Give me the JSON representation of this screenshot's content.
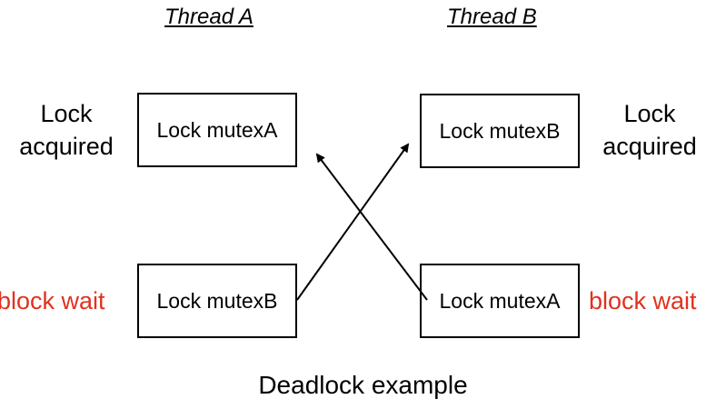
{
  "threads": {
    "a": {
      "header": "Thread A",
      "first_lock": "Lock mutexA",
      "second_lock": "Lock mutexB",
      "acquired_status": [
        "Lock",
        "acquired"
      ],
      "wait_status": "block wait"
    },
    "b": {
      "header": "Thread B",
      "first_lock": "Lock mutexB",
      "second_lock": "Lock mutexA",
      "acquired_status": [
        "Lock",
        "acquired"
      ],
      "wait_status": "block wait"
    }
  },
  "caption": "Deadlock example",
  "colors": {
    "wait_text": "#e0321e",
    "line": "#000000"
  }
}
